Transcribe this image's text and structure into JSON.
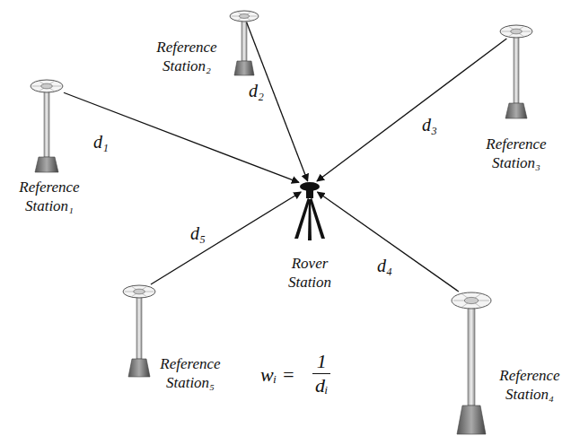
{
  "diagram": {
    "nodes": [
      {
        "text": [
          "Reference Station₁"
        ]
      },
      {
        "text": [
          "Reference Station₂"
        ]
      },
      {
        "text": [
          "Reference Station₃"
        ]
      },
      {
        "text": [
          "Reference Station₄"
        ]
      },
      {
        "text": [
          "Reference Station₅"
        ]
      },
      {
        "text": [
          "Rover Station"
        ]
      }
    ],
    "edges": [
      {
        "from": 0,
        "to": 5,
        "arrow": "to",
        "label": "d₁"
      },
      {
        "from": 1,
        "to": 5,
        "arrow": "to",
        "label": "d₂"
      },
      {
        "from": 2,
        "to": 5,
        "arrow": "to",
        "label": "d₃"
      },
      {
        "from": 3,
        "to": 5,
        "arrow": "to",
        "label": "d₄"
      },
      {
        "from": 4,
        "to": 5,
        "arrow": "to",
        "label": "d₅"
      }
    ],
    "labels": [
      "wᵢ =",
      "1",
      "dᵢ"
    ]
  }
}
